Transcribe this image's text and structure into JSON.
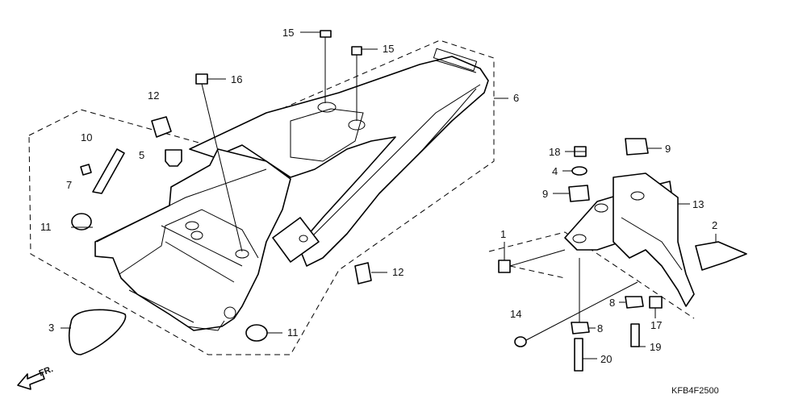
{
  "diagram_code": "KFB4F2500",
  "direction_label": "FR.",
  "callouts": [
    {
      "id": "c15a",
      "text": "15"
    },
    {
      "id": "c15b",
      "text": "15"
    },
    {
      "id": "c16",
      "text": "16"
    },
    {
      "id": "c12a",
      "text": "12"
    },
    {
      "id": "c6",
      "text": "6"
    },
    {
      "id": "c5",
      "text": "5"
    },
    {
      "id": "c10",
      "text": "10"
    },
    {
      "id": "c7",
      "text": "7"
    },
    {
      "id": "c11a",
      "text": "11"
    },
    {
      "id": "c3",
      "text": "3"
    },
    {
      "id": "c12b",
      "text": "12"
    },
    {
      "id": "c11b",
      "text": "11"
    },
    {
      "id": "c18",
      "text": "18"
    },
    {
      "id": "c9a",
      "text": "9"
    },
    {
      "id": "c4",
      "text": "4"
    },
    {
      "id": "c9b",
      "text": "9"
    },
    {
      "id": "c13",
      "text": "13"
    },
    {
      "id": "c2",
      "text": "2"
    },
    {
      "id": "c1",
      "text": "1"
    },
    {
      "id": "c14",
      "text": "14"
    },
    {
      "id": "c8a",
      "text": "8"
    },
    {
      "id": "c8b",
      "text": "8"
    },
    {
      "id": "c17",
      "text": "17"
    },
    {
      "id": "c19",
      "text": "19"
    },
    {
      "id": "c20",
      "text": "20"
    }
  ]
}
